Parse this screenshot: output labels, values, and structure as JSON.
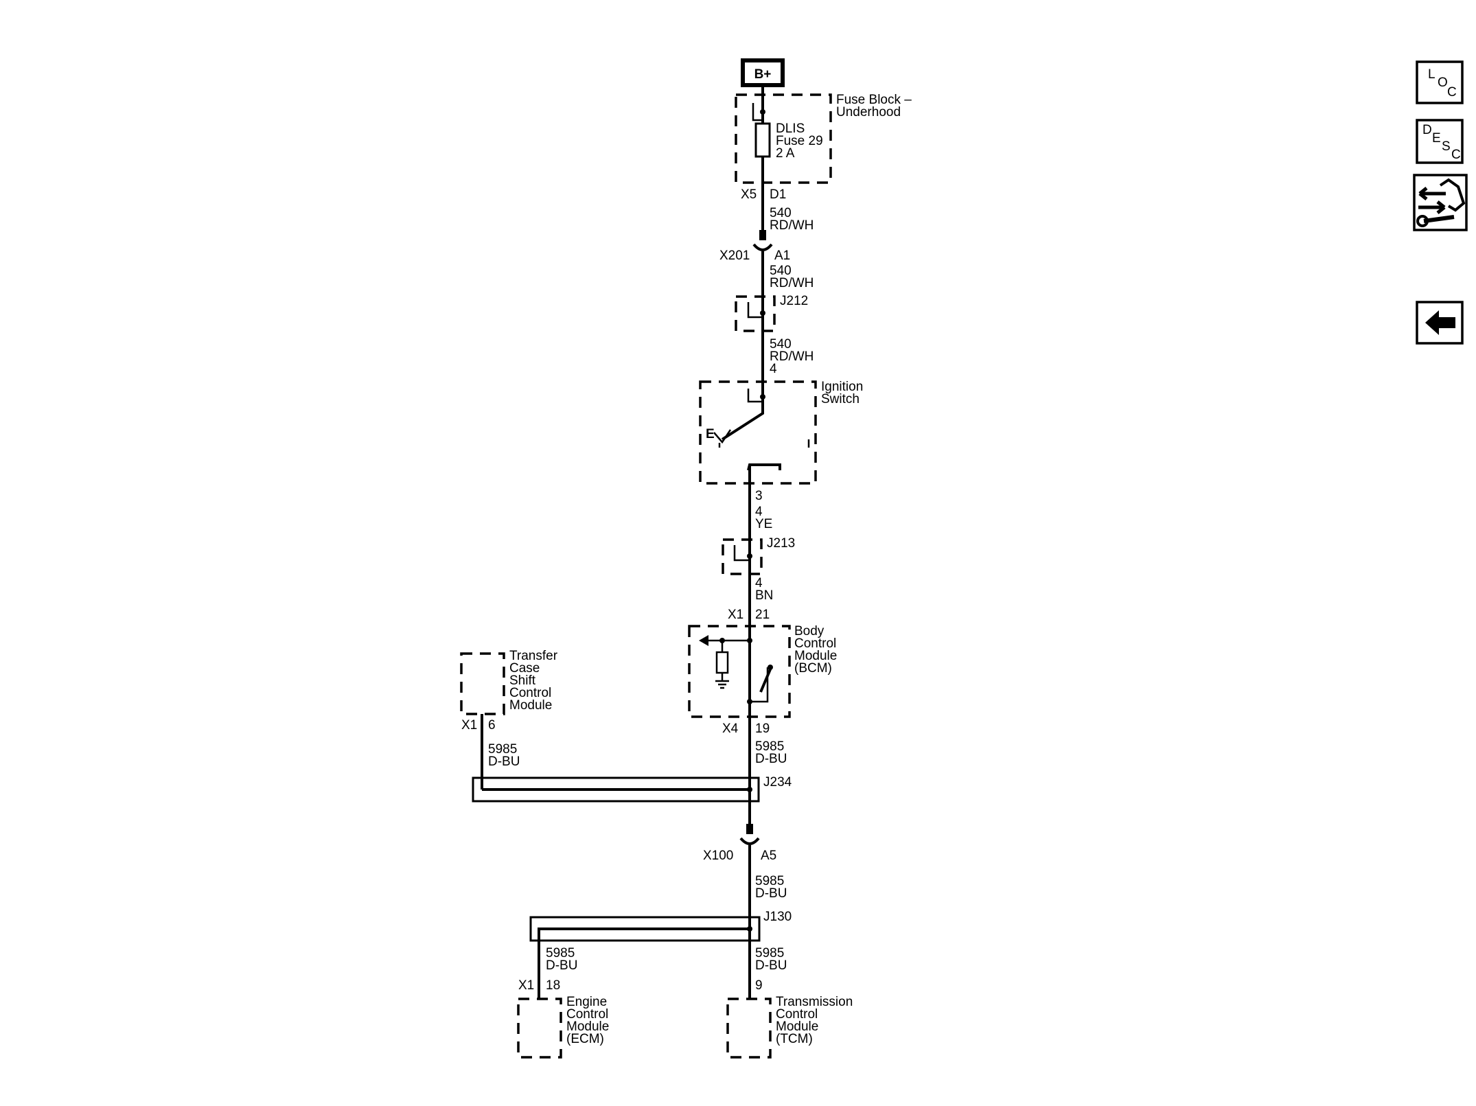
{
  "battery": "B+",
  "fuse_block": {
    "title": [
      "Fuse Block –",
      "Underhood"
    ],
    "fuse": [
      "DLIS",
      "Fuse 29",
      "2 A"
    ],
    "connector": "X5",
    "pin": "D1"
  },
  "w1": {
    "circuit": "540",
    "color": "RD/WH"
  },
  "x201": {
    "name": "X201",
    "pin": "A1"
  },
  "w2": {
    "circuit": "540",
    "color": "RD/WH"
  },
  "j212": "J212",
  "w3": {
    "circuit": "540",
    "color": "RD/WH",
    "pin": "4"
  },
  "ignition": {
    "title": [
      "Ignition",
      "Switch"
    ],
    "mark": "E",
    "pin_out": "3"
  },
  "w4": {
    "circuit": "4",
    "color": "YE"
  },
  "j213": "J213",
  "w5": {
    "circuit": "4",
    "color": "BN"
  },
  "bcm": {
    "title": [
      "Body",
      "Control",
      "Module",
      "(BCM)"
    ],
    "in_conn": "X1",
    "in_pin": "21",
    "out_conn": "X4",
    "out_pin": "19"
  },
  "transfer": {
    "title": [
      "Transfer",
      "Case",
      "Shift",
      "Control",
      "Module"
    ],
    "conn": "X1",
    "pin": "6"
  },
  "w6": {
    "circuit": "5985",
    "color": "D-BU"
  },
  "w7": {
    "circuit": "5985",
    "color": "D-BU"
  },
  "j234": "J234",
  "x100": {
    "name": "X100",
    "pin": "A5"
  },
  "w8": {
    "circuit": "5985",
    "color": "D-BU"
  },
  "j130": "J130",
  "w9": {
    "circuit": "5985",
    "color": "D-BU"
  },
  "w10": {
    "circuit": "5985",
    "color": "D-BU"
  },
  "ecm": {
    "title": [
      "Engine",
      "Control",
      "Module",
      "(ECM)"
    ],
    "conn": "X1",
    "pin": "18"
  },
  "tcm": {
    "title": [
      "Transmission",
      "Control",
      "Module",
      "(TCM)"
    ],
    "pin": "9"
  },
  "nav": {
    "loc": {
      "l1": "L",
      "l2": "O",
      "l3": "C"
    },
    "desc": {
      "l1": "D",
      "l2": "E",
      "l3": "S",
      "l4": "C"
    }
  }
}
